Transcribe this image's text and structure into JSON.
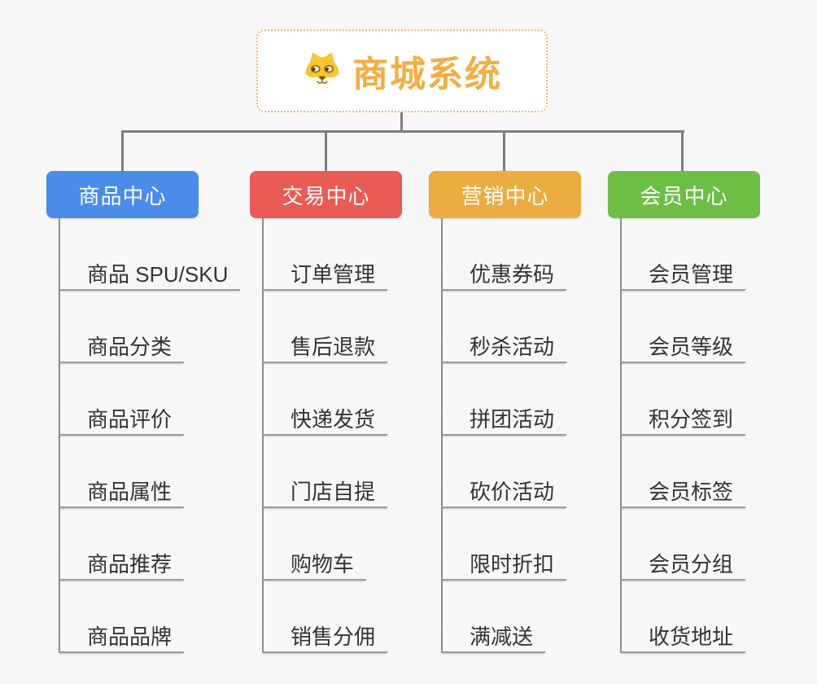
{
  "page": {
    "background_color": "#f7f7f8",
    "connector_color": "#7e7e7e"
  },
  "root": {
    "title": "商城系统",
    "icon": "dog-face-icon",
    "text_color": "#f0ae43",
    "border_color": "#f3bb60",
    "fill_color": "#ffffff"
  },
  "leaf_style": {
    "text_color": "#333333",
    "underline_color": "#9a9a9a"
  },
  "branches": [
    {
      "label": "商品中心",
      "color": "#4b8ce9",
      "items": [
        "商品 SPU/SKU",
        "商品分类",
        "商品评价",
        "商品属性",
        "商品推荐",
        "商品品牌"
      ]
    },
    {
      "label": "交易中心",
      "color": "#e95b54",
      "items": [
        "订单管理",
        "售后退款",
        "快递发货",
        "门店自提",
        "购物车",
        "销售分佣"
      ]
    },
    {
      "label": "营销中心",
      "color": "#eaac40",
      "items": [
        "优惠券码",
        "秒杀活动",
        "拼团活动",
        "砍价活动",
        "限时折扣",
        "满减送"
      ]
    },
    {
      "label": "会员中心",
      "color": "#6dbe44",
      "items": [
        "会员管理",
        "会员等级",
        "积分签到",
        "会员标签",
        "会员分组",
        "收货地址"
      ]
    }
  ]
}
